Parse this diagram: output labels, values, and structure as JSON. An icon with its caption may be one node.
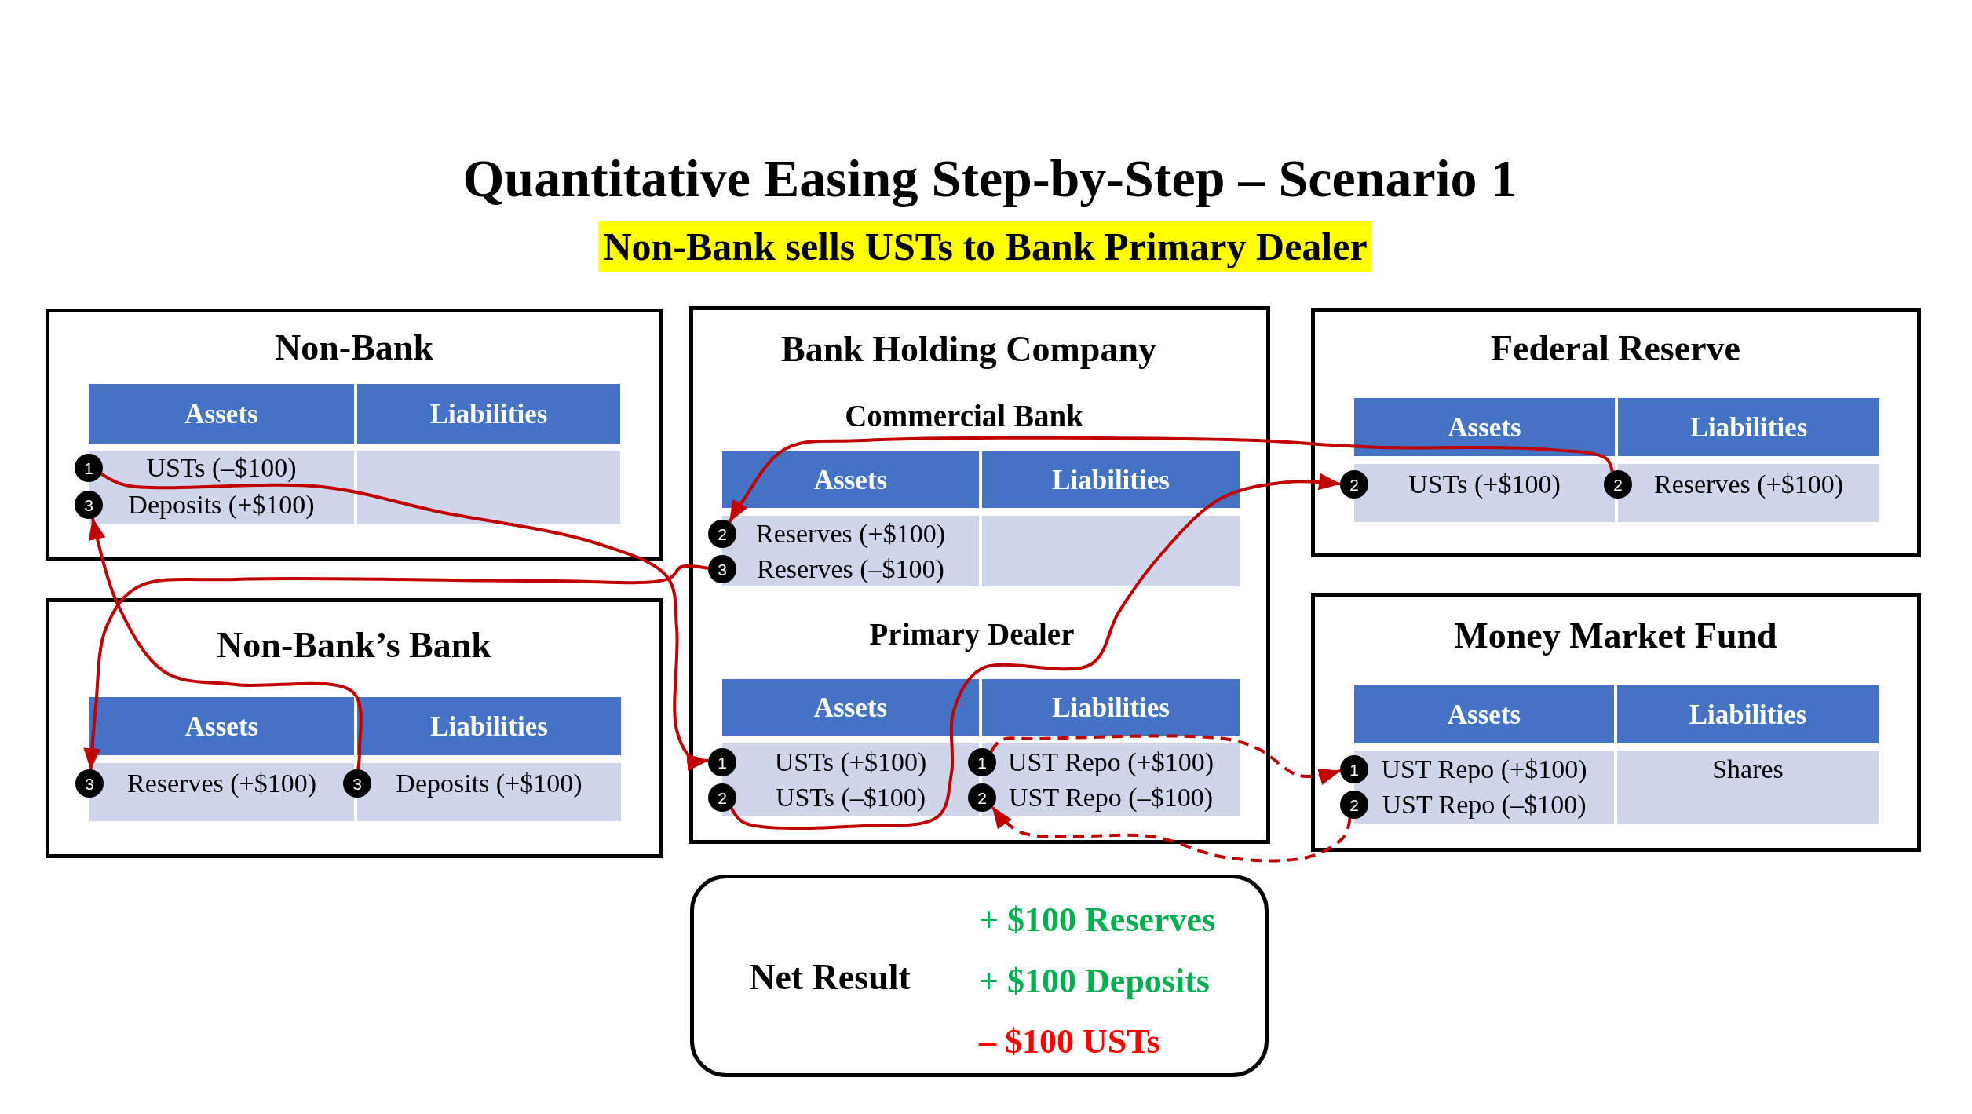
{
  "diagram": {
    "title": "Quantitative Easing Step-by-Step – Scenario 1",
    "nodes": [
      {
        "text": [
          "Non-Bank",
          "Assets",
          "Liabilities",
          "USTs (–$100)",
          "Deposits (+$100)"
        ]
      },
      {
        "text": [
          "1"
        ],
        "in": 0
      },
      {
        "text": [
          "3"
        ],
        "in": 0
      },
      {
        "text": [
          "Non-Bank’s Bank",
          "Assets",
          "Liabilities",
          "Reserves (+$100)",
          "Deposits (+$100)"
        ]
      },
      {
        "text": [
          "3"
        ],
        "in": 3
      },
      {
        "text": [
          "3"
        ],
        "in": 3
      },
      {
        "text": [
          "Bank Holding Company",
          "Commercial Bank",
          "Assets",
          "Liabilities",
          "Reserves (+$100)",
          "Reserves (–$100)",
          "Primary Dealer",
          "Assets",
          "Liabilities",
          "USTs (+$100)",
          "USTs (–$100)",
          "UST Repo (+$100)",
          "UST Repo (–$100)"
        ]
      },
      {
        "text": [
          "2"
        ],
        "in": 6
      },
      {
        "text": [
          "3"
        ],
        "in": 6
      },
      {
        "text": [
          "1"
        ],
        "in": 6
      },
      {
        "text": [
          "2"
        ],
        "in": 6
      },
      {
        "text": [
          "1"
        ],
        "in": 6
      },
      {
        "text": [
          "2"
        ],
        "in": 6
      },
      {
        "text": [
          "Federal Reserve",
          "Assets",
          "Liabilities",
          "USTs (+$100)",
          "Reserves (+$100)"
        ]
      },
      {
        "text": [
          "2"
        ],
        "in": 13
      },
      {
        "text": [
          "2"
        ],
        "in": 13
      },
      {
        "text": [
          "Money Market Fund",
          "Assets",
          "Liabilities",
          "UST Repo (+$100)",
          "UST Repo (–$100)",
          "Shares"
        ]
      },
      {
        "text": [
          "1"
        ],
        "in": 16
      },
      {
        "text": [
          "2"
        ],
        "in": 16
      },
      {
        "text": [
          "Net Result",
          "+ $100 Reserves",
          "+ $100 Deposits",
          "– $100 USTs"
        ]
      }
    ],
    "edges": [
      {
        "from": 1,
        "to": 9,
        "arrow": "to"
      },
      {
        "from": 5,
        "to": 2,
        "arrow": "to"
      },
      {
        "from": 8,
        "to": 4,
        "arrow": "to"
      },
      {
        "from": 15,
        "to": 7,
        "arrow": "to"
      },
      {
        "from": 10,
        "to": 14,
        "arrow": "to"
      },
      {
        "from": 11,
        "to": 17,
        "arrow": "to",
        "style": "dashed"
      },
      {
        "from": 18,
        "to": 12,
        "arrow": "to",
        "style": "dashed"
      }
    ],
    "labels": [
      "Non-Bank sells USTs to Bank Primary Dealer"
    ]
  }
}
